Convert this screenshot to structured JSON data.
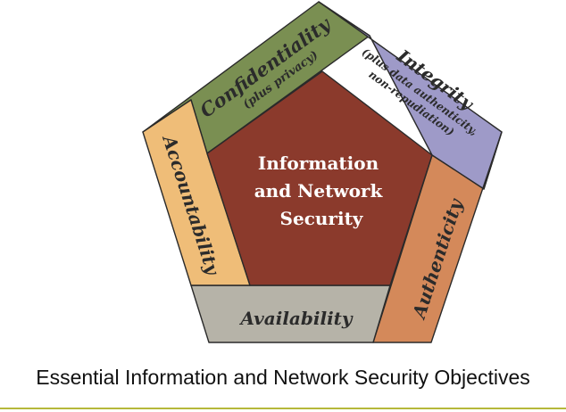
{
  "diagram": {
    "center": {
      "lines": [
        "Information",
        "and Network",
        "Security"
      ],
      "color": "#8b3a2c"
    },
    "segments": [
      {
        "id": "confidentiality",
        "label": "Confidentiality",
        "sublabel": "(plus privacy)",
        "color": "#7a8f52"
      },
      {
        "id": "integrity",
        "label": "Integrity",
        "sublabel_lines": [
          "(plus data authenticity,",
          "non-repudiation)"
        ],
        "color": "#9e9ac8"
      },
      {
        "id": "authenticity",
        "label": "Authenticity",
        "color": "#d4895a"
      },
      {
        "id": "availability",
        "label": "Availability",
        "color": "#b6b3a8"
      },
      {
        "id": "accountability",
        "label": "Accountability",
        "color": "#efbd78"
      }
    ]
  },
  "caption": "Essential Information and Network Security Objectives",
  "accent_rule_color": "#b5b83a"
}
